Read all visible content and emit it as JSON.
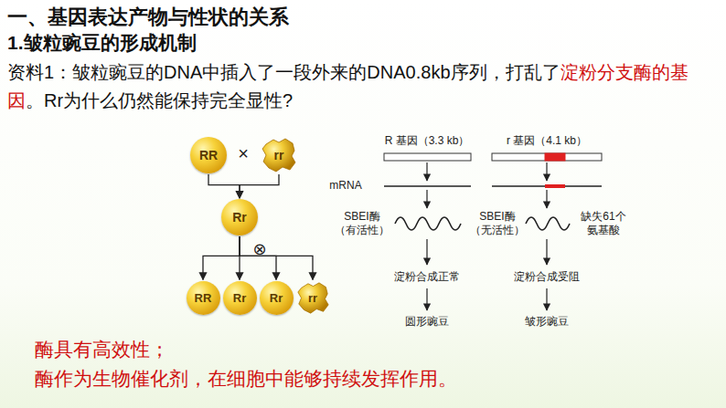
{
  "diagram": {
    "title": "一、基因表达产物与性状的关系",
    "nodes": [
      {
        "text": [
          "RR"
        ]
      },
      {
        "text": [
          "rr"
        ]
      },
      {
        "text": [
          "Rr"
        ]
      },
      {
        "text": [
          "RR"
        ]
      },
      {
        "text": [
          "Rr"
        ]
      },
      {
        "text": [
          "Rr"
        ]
      },
      {
        "text": [
          "rr"
        ]
      }
    ],
    "edges": [
      {
        "from": 0,
        "to": 2,
        "arrow": "to"
      },
      {
        "from": 1,
        "to": 2,
        "arrow": "to"
      },
      {
        "from": 2,
        "to": 3,
        "arrow": "to"
      },
      {
        "from": 2,
        "to": 4,
        "arrow": "to"
      },
      {
        "from": 2,
        "to": 5,
        "arrow": "to"
      },
      {
        "from": 2,
        "to": 6,
        "arrow": "to"
      }
    ],
    "labels": [
      "1.皱粒豌豆的形成机制",
      "资料1：皱粒豌豆的DNA中插入了一段外来的DNA0.8kb序列，打乱了",
      "淀粉分支酶的基因",
      "。Rr为什么仍然能保持完全显性?",
      "×",
      "⊗",
      "R 基因（3.3 kb）",
      "r 基因（4.1 kb）",
      "mRNA",
      "SBEI酶 （有活性）",
      "SBEI酶 （无活性）",
      "缺失61个 氨基酸",
      "淀粉合成正常",
      "淀粉合成受阻",
      "圆形豌豆",
      "皱形豌豆",
      "酶具有高效性；",
      "酶作为生物催化剂，在细胞中能够持续发挥作用。"
    ]
  }
}
